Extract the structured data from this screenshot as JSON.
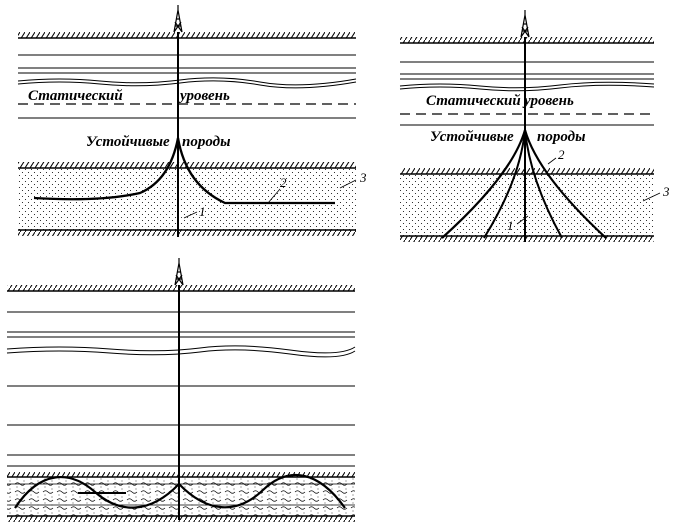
{
  "panel_a": {
    "static_level_word1": "Статический",
    "static_level_word2": "уровень",
    "stable_rocks_word1": "Устойчивые",
    "stable_rocks_word2": "породы",
    "label_1": "1",
    "label_2": "2",
    "label_3": "3"
  },
  "panel_b": {
    "static_level_word1": "Статический",
    "static_level_word2": "уровень",
    "stable_rocks_word1": "Устойчивые",
    "stable_rocks_word2": "породы",
    "label_1": "1",
    "label_2": "2",
    "label_3": "3"
  },
  "panel_c": {}
}
